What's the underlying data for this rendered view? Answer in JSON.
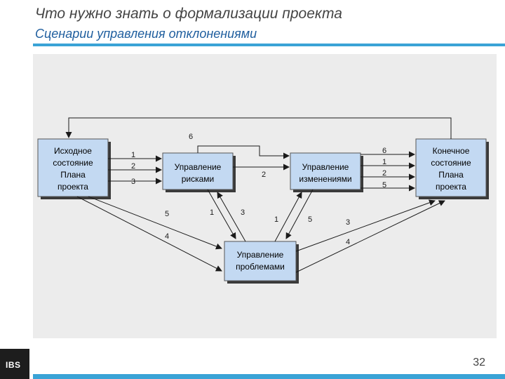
{
  "header": {
    "title": "Что нужно знать о формализации проекта",
    "subtitle": "Сценарии управления отклонениями"
  },
  "footer": {
    "logo": "IBS",
    "page_number": "32"
  },
  "diagram": {
    "nodes": {
      "initial": [
        "Исходное",
        "состояние",
        "Плана",
        "проекта"
      ],
      "risks": [
        "Управление",
        "рисками"
      ],
      "changes": [
        "Управление",
        "изменениями"
      ],
      "final": [
        "Конечное",
        "состояние",
        "Плана",
        "проекта"
      ],
      "problems": [
        "Управление",
        "проблемами"
      ]
    },
    "labels": {
      "top_loop": "6",
      "init_to_risk": [
        "1",
        "2",
        "3"
      ],
      "risk_to_change": "2",
      "change_to_final": [
        "6",
        "1",
        "2",
        "5"
      ],
      "to_problems_5": "5",
      "to_problems_4": "4",
      "risk_problem_1": "1",
      "risk_problem_3": "3",
      "change_problem_1": "1",
      "change_problem_5": "5",
      "problem_final_3": "3",
      "problem_final_4": "4"
    }
  }
}
